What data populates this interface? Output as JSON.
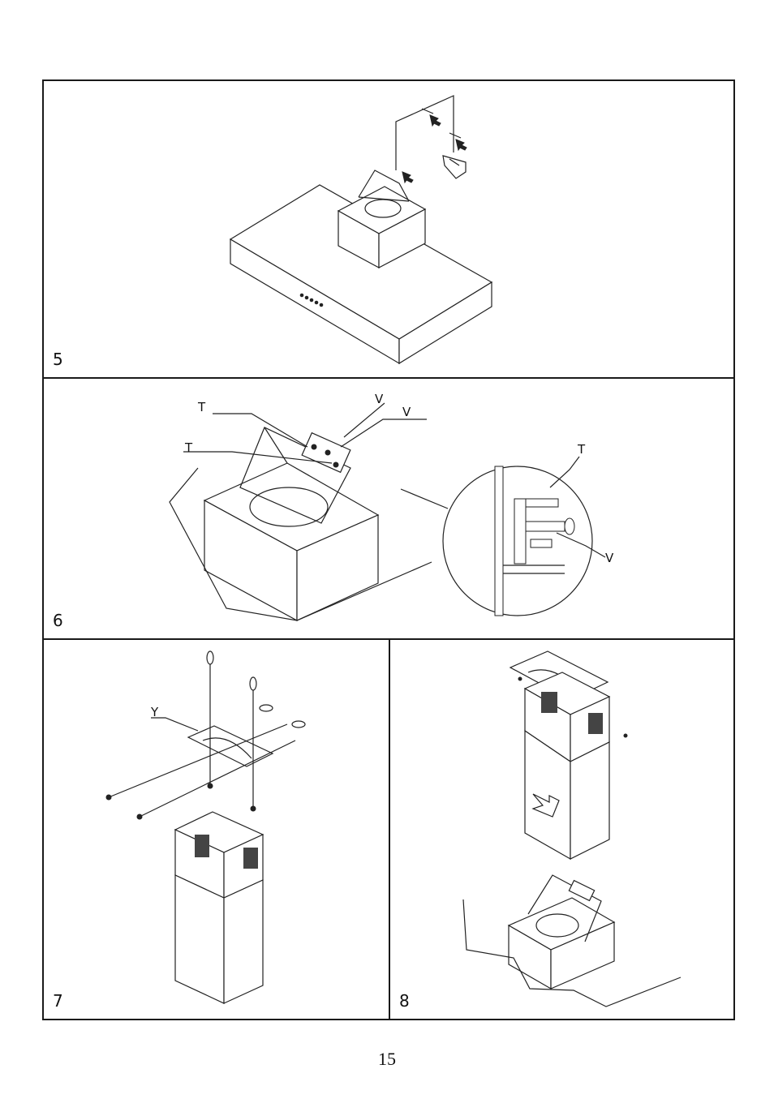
{
  "figures": [
    {
      "id": "5",
      "number": "5"
    },
    {
      "id": "6",
      "number": "6",
      "labels": [
        "T",
        "T",
        "V",
        "V",
        "T",
        "V"
      ]
    },
    {
      "id": "7",
      "number": "7",
      "labels": [
        "Y"
      ]
    },
    {
      "id": "8",
      "number": "8"
    }
  ],
  "page_number": "15",
  "colors": {
    "line": "#222222",
    "border": "#1a1a1a",
    "background": "#ffffff"
  }
}
